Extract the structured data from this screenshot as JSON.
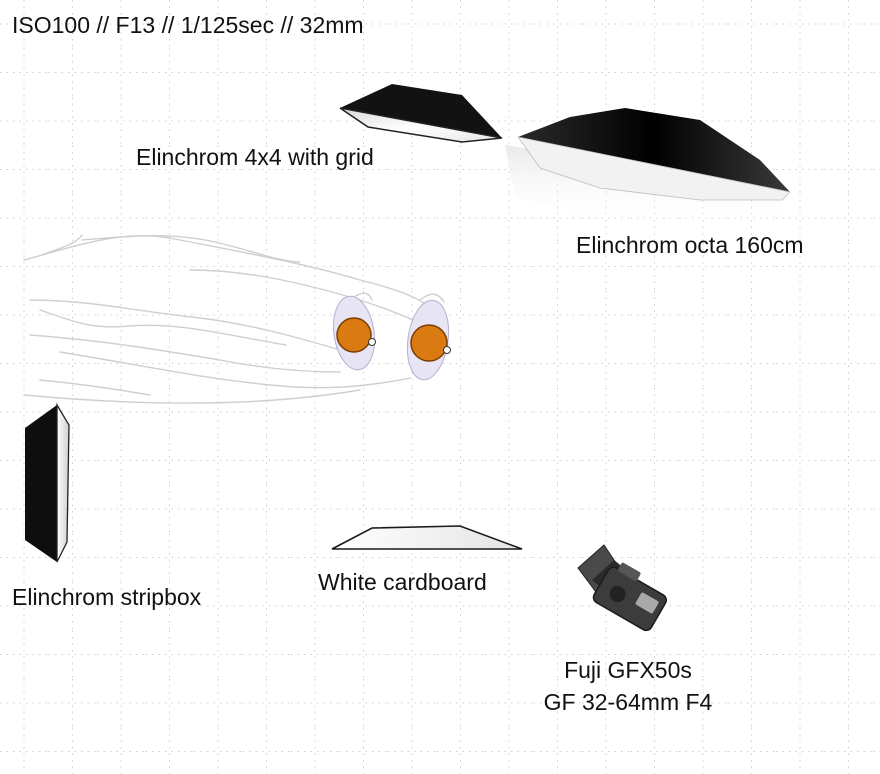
{
  "settings_text": "ISO100 // F13 //  1/125sec // 32mm",
  "items": {
    "grid_softbox": {
      "label": "Elinchrom 4x4 with grid",
      "icon": "rectangular-softbox-icon"
    },
    "octa": {
      "label": "Elinchrom octa 160cm",
      "icon": "octabox-icon"
    },
    "stripbox": {
      "label": "Elinchrom stripbox",
      "icon": "stripbox-icon"
    },
    "cardboard": {
      "label": "White cardboard",
      "icon": "reflector-card-icon"
    },
    "camera": {
      "line1": "Fuji GFX50s",
      "line2": "GF 32-64mm F4",
      "icon": "camera-icon"
    },
    "subject": {
      "icon": "model-hair-sketch-icon"
    }
  },
  "colors": {
    "grid_dot": "#c9c9c9",
    "softbox_black": "#111111",
    "eye_orange": "#d97a12",
    "eye_halo": "#e7e4f4",
    "sketch_line": "#cfcfcf"
  }
}
